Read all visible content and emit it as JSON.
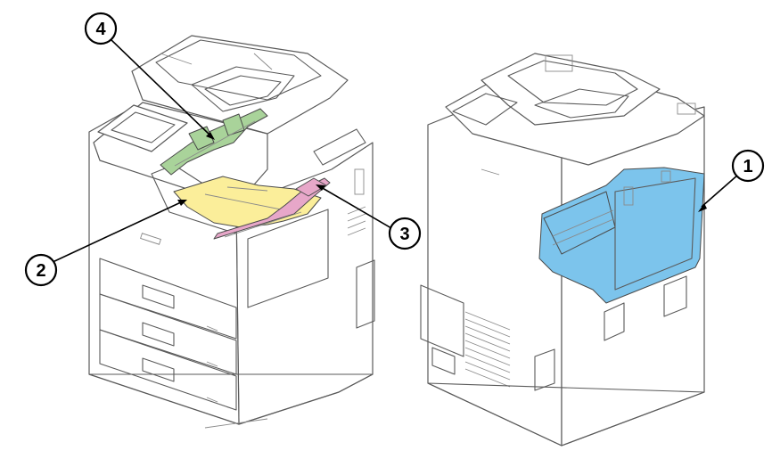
{
  "callouts": [
    {
      "number": "1",
      "part": "duplex-unit"
    },
    {
      "number": "2",
      "part": "inner-tray"
    },
    {
      "number": "3",
      "part": "paper-guide"
    },
    {
      "number": "4",
      "part": "feeder-bracket"
    }
  ],
  "colors": {
    "duplex_unit": "#7cc4ec",
    "inner_tray": "#fbee9a",
    "paper_guide": "#e7a7c9",
    "feeder_bracket": "#a9d39a",
    "outline": "#5a5a5a",
    "callout": "#000000"
  },
  "icons": {
    "left_device": "front-view-printer-icon",
    "right_device": "rear-view-printer-icon"
  }
}
